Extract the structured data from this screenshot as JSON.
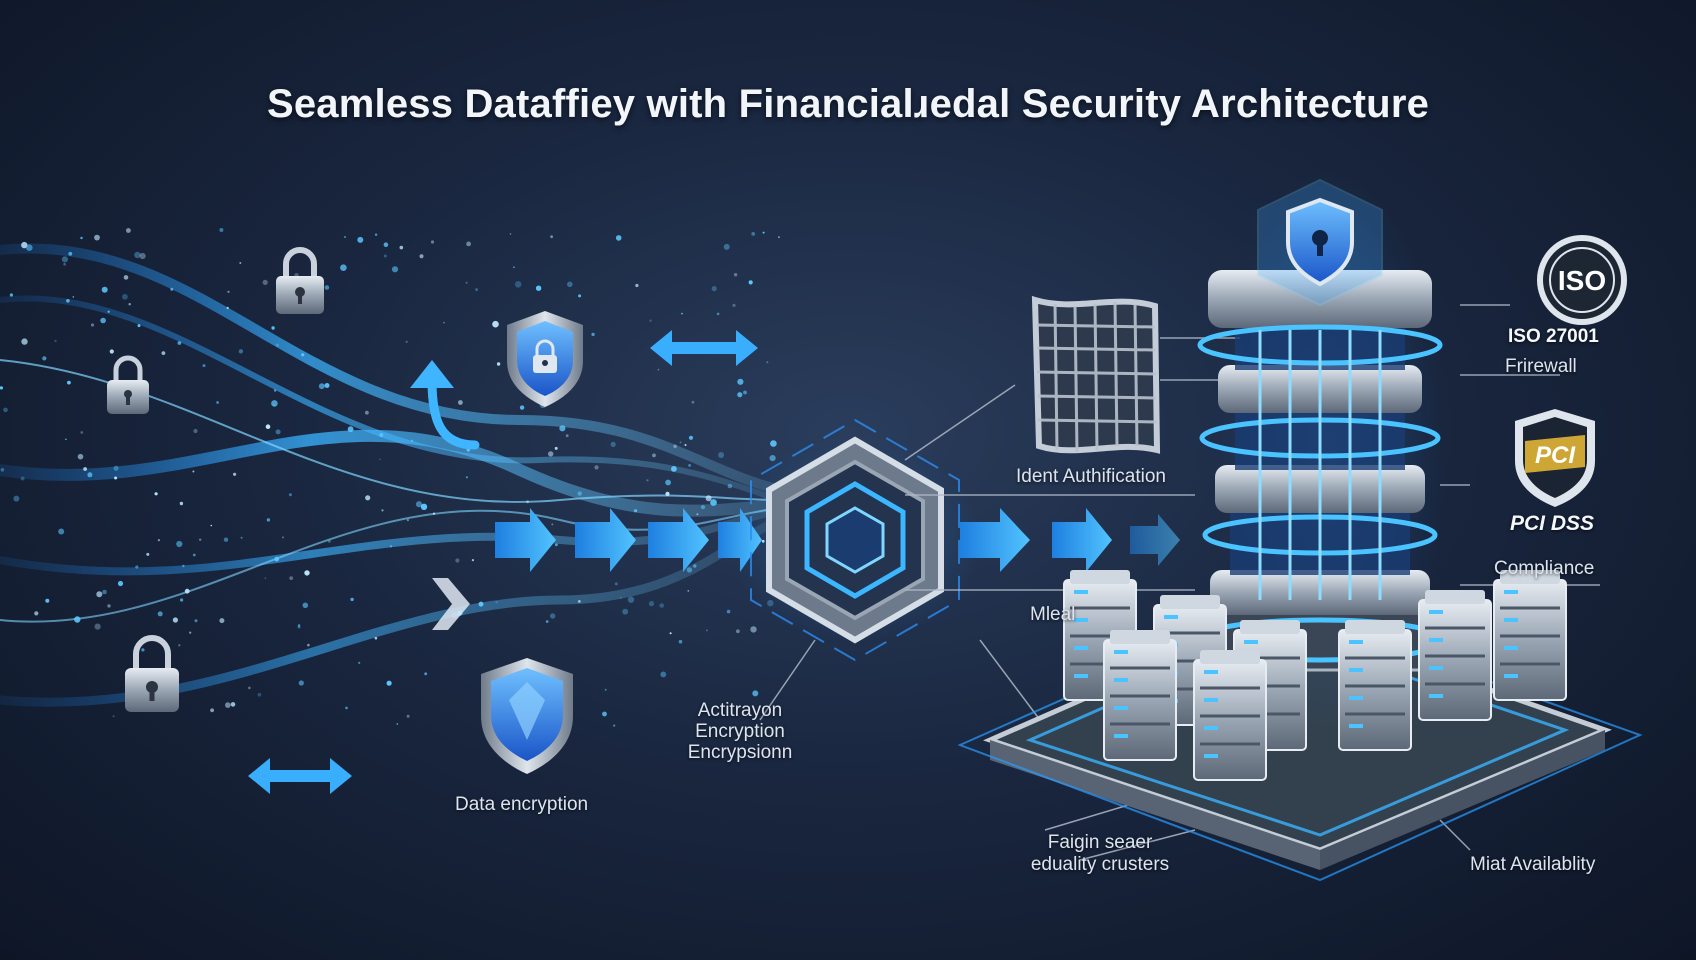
{
  "title": "Seamless Dataffiey with Financialɹedal Security Architecture",
  "labels": {
    "ident_authentication": "Ident Authification",
    "mleal": "Mleal",
    "activation_encryption_line1": "Actitrayon",
    "activation_encryption_line2": "Encryption",
    "activation_encryption_line3": "Encrypsionn",
    "data_encryption": "Data encryption",
    "iso_standard": "ISO 27001",
    "firewall": "Frirewall",
    "pci_dss": "PCI DSS",
    "compliance": "Compliance",
    "server_clusters_line1": "Faigin seaer",
    "server_clusters_line2": "eduality crusters",
    "availability": "Miat Availablity"
  },
  "badges": {
    "iso_text": "ISO",
    "pci_text": "PCI"
  },
  "colors": {
    "accent_blue": "#2aa2ff",
    "glow_blue": "#5cc8ff",
    "metal": "#b9c3cf",
    "background": "#16233a"
  },
  "icons": [
    "lock-icon",
    "shield-lock-icon",
    "shield-icon",
    "double-arrow-icon",
    "up-arrow-icon",
    "hexagon-hub-icon",
    "firewall-grid-icon",
    "server-tower-icon",
    "iso-badge-icon",
    "pci-badge-icon"
  ]
}
